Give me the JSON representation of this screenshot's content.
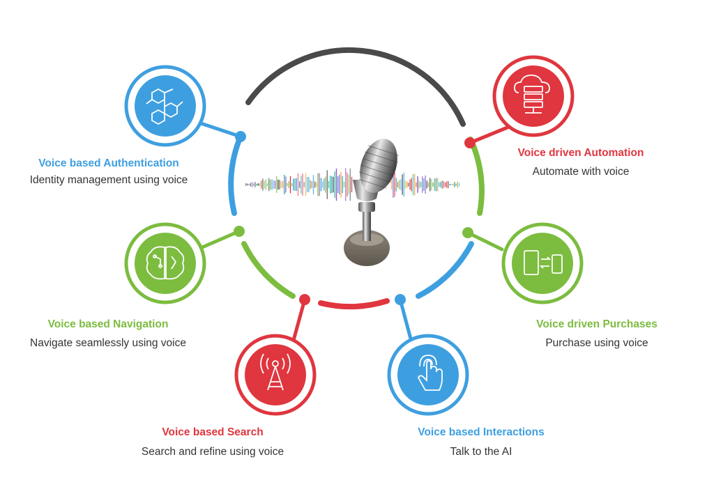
{
  "colors": {
    "blue": "#3e9fe0",
    "red": "#e0363f",
    "green": "#7cbc3f",
    "gray": "#4a4a4a"
  },
  "features": [
    {
      "id": "authentication",
      "title": "Voice based Authentication",
      "description": "Identity management using voice",
      "color": "blue",
      "icon": "molecule-icon"
    },
    {
      "id": "automation",
      "title": "Voice driven Automation",
      "description": "Automate with voice",
      "color": "red",
      "icon": "cloud-server-icon"
    },
    {
      "id": "navigation",
      "title": "Voice based Navigation",
      "description": "Navigate seamlessly using voice",
      "color": "green",
      "icon": "brain-icon"
    },
    {
      "id": "purchases",
      "title": "Voice driven Purchases",
      "description": "Purchase using voice",
      "color": "green",
      "icon": "devices-sync-icon"
    },
    {
      "id": "search",
      "title": "Voice based Search",
      "description": "Search and refine using voice",
      "color": "red",
      "icon": "antenna-icon"
    },
    {
      "id": "interactions",
      "title": "Voice based Interactions",
      "description": "Talk to the AI",
      "color": "blue",
      "icon": "touch-hand-icon"
    }
  ],
  "center": {
    "icon": "microphone-icon",
    "waveform": "sound-waveform"
  }
}
